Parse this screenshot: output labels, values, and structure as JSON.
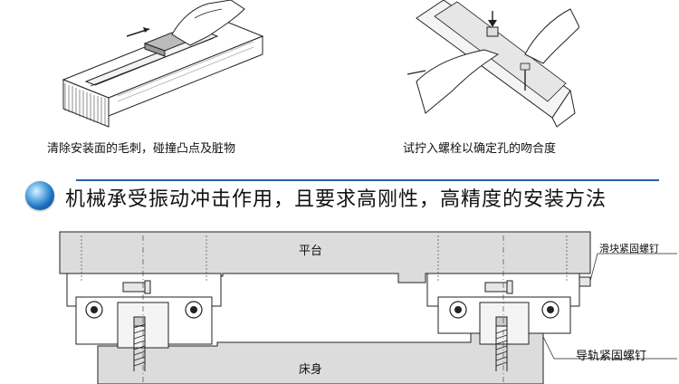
{
  "captions": {
    "left": "清除安装面的毛刺，碰撞凸点及脏物",
    "right": "试拧入螺栓以确定孔的吻合度"
  },
  "heading": "机械承受振动冲击作用，且要求高刚性，高精度的安装方法",
  "diagram": {
    "platform_label": "平台",
    "bed_label": "床身",
    "slider_screw_label": "滑块紧固螺钉",
    "rail_screw_label": "导轨紧固螺钉"
  },
  "colors": {
    "accent": "#2d5fa8",
    "platform_fill": "#dcdcdc",
    "outline": "#222222"
  }
}
